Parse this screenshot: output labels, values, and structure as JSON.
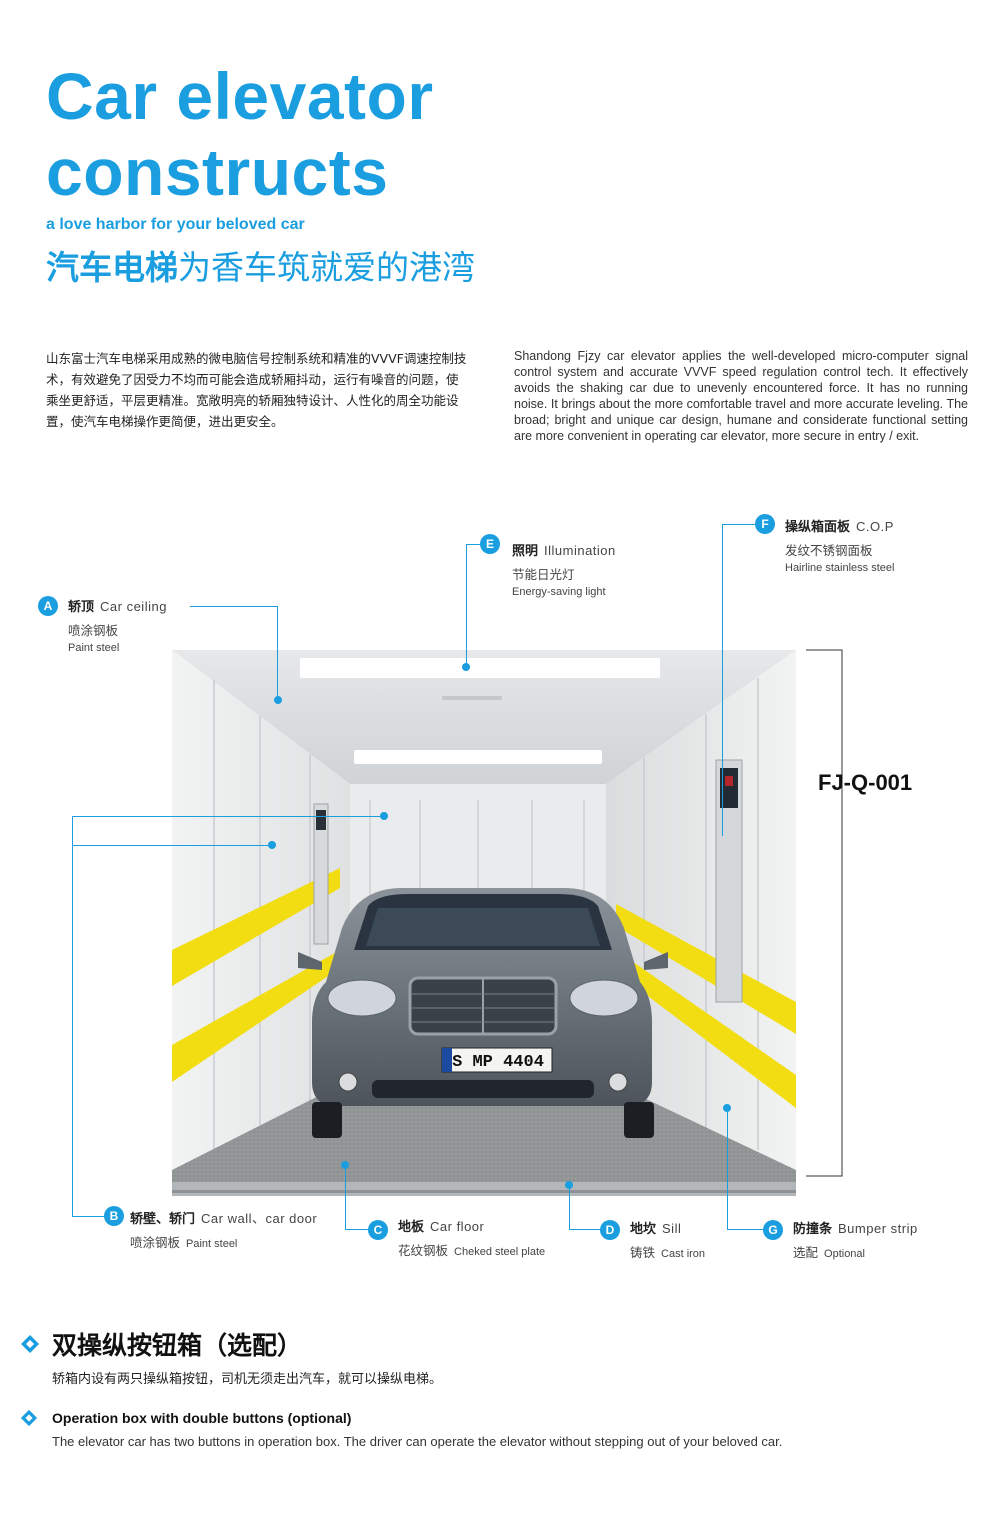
{
  "header": {
    "title_line1": "Car elevator",
    "title_line2": "constructs",
    "subtitle_en": "a love harbor for your beloved car",
    "subtitle_cn_bold": "汽车电梯",
    "subtitle_cn_rest": "为香车筑就爱的港湾"
  },
  "intro": {
    "cn": "山东富士汽车电梯采用成熟的微电脑信号控制系统和精准的VVVF调速控制技术，有效避免了因受力不均而可能会造成轿厢抖动，运行有噪音的问题，使乘坐更舒适，平层更精准。宽敞明亮的轿厢独特设计、人性化的周全功能设置，使汽车电梯操作更简便，进出更安全。",
    "en": "Shandong Fjzy car elevator applies the well-developed micro-computer signal control system and accurate VVVF speed regulation control tech. It effectively avoids the shaking car due to unevenly encountered force. It has no running noise. It brings about the more comfortable travel and more accurate leveling. The broad; bright and unique car design, humane and considerate functional setting are more convenient in operating car elevator, more secure in entry / exit."
  },
  "model": "FJ-Q-001",
  "image": {
    "plate": "S MP 4404"
  },
  "callouts": {
    "a": {
      "letter": "A",
      "cn": "轿顶",
      "en": "Car ceiling",
      "sub_cn": "喷涂钢板",
      "sub_en": "Paint steel"
    },
    "b": {
      "letter": "B",
      "cn": "轿壁、轿门",
      "en": "Car wall、car door",
      "sub_cn": "喷涂钢板",
      "sub_en": "Paint steel"
    },
    "c": {
      "letter": "C",
      "cn": "地板",
      "en": "Car floor",
      "sub_cn": "花纹钢板",
      "sub_en": "Cheked steel plate"
    },
    "d": {
      "letter": "D",
      "cn": "地坎",
      "en": "Sill",
      "sub_cn": "铸铁",
      "sub_en": "Cast iron"
    },
    "e": {
      "letter": "E",
      "cn": "照明",
      "en": "Illumination",
      "sub_cn": "节能日光灯",
      "sub_en": "Energy-saving light"
    },
    "f": {
      "letter": "F",
      "cn": "操纵箱面板",
      "en": "C.O.P",
      "sub_cn": "发纹不锈钢面板",
      "sub_en": "Hairline stainless steel"
    },
    "g": {
      "letter": "G",
      "cn": "防撞条",
      "en": "Bumper strip",
      "sub_cn": "选配",
      "sub_en": "Optional"
    }
  },
  "feature": {
    "cn_title": "双操纵按钮箱（选配）",
    "cn_text": "轿箱内设有两只操纵箱按钮，司机无须走出汽车，就可以操纵电梯。",
    "en_title": "Operation box with double buttons (optional)",
    "en_text": "The elevator car has two buttons in operation box.  The driver can operate the elevator without stepping out of your beloved car."
  }
}
